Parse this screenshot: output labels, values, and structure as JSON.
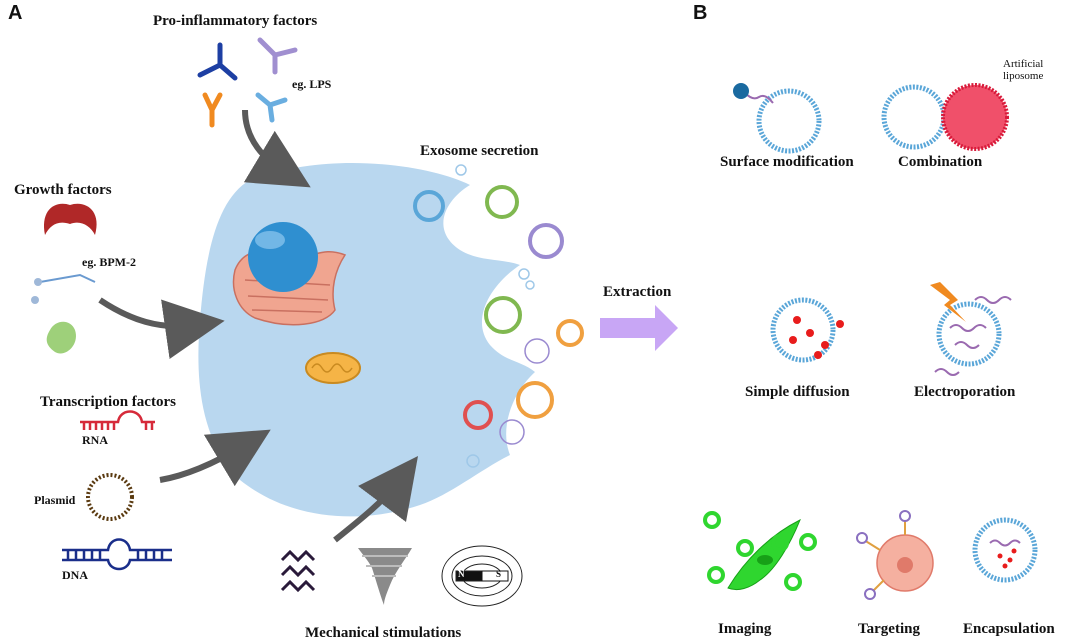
{
  "panels": {
    "a": "A",
    "b": "B"
  },
  "left": {
    "pro_inflammatory": {
      "title": "Pro-inflammatory factors",
      "example": "eg. LPS"
    },
    "growth_factors": {
      "title": "Growth factors",
      "example": "eg. BPM-2"
    },
    "transcription_factors": {
      "title": "Transcription factors",
      "rna": "RNA",
      "plasmid": "Plasmid",
      "dna": "DNA"
    },
    "exosome_secretion": "Exosome secretion",
    "mechanical": {
      "title": "Mechanical stimulations",
      "magnet_n": "N",
      "magnet_s": "S"
    }
  },
  "extraction": "Extraction",
  "right": {
    "surface_modification": "Surface modification",
    "combination": "Combination",
    "artificial_liposome": "Artificial liposome",
    "simple_diffusion": "Simple diffusion",
    "electroporation": "Electroporation",
    "imaging": "Imaging",
    "targeting": "Targeting",
    "encapsulation": "Encapsulation"
  },
  "colors": {
    "cell": "#b9d7ef",
    "nucleus": "#2f8fd0",
    "er": "#f0a590",
    "mito": "#f5b446",
    "arrow": "#5a5a5a",
    "extraction_arrow": "#c8a6f5",
    "vesicle_blue": "#5aa6d8",
    "liposome": "#f0506a",
    "cargo": "#e81c1c",
    "imaging_green": "#2fd62f"
  }
}
